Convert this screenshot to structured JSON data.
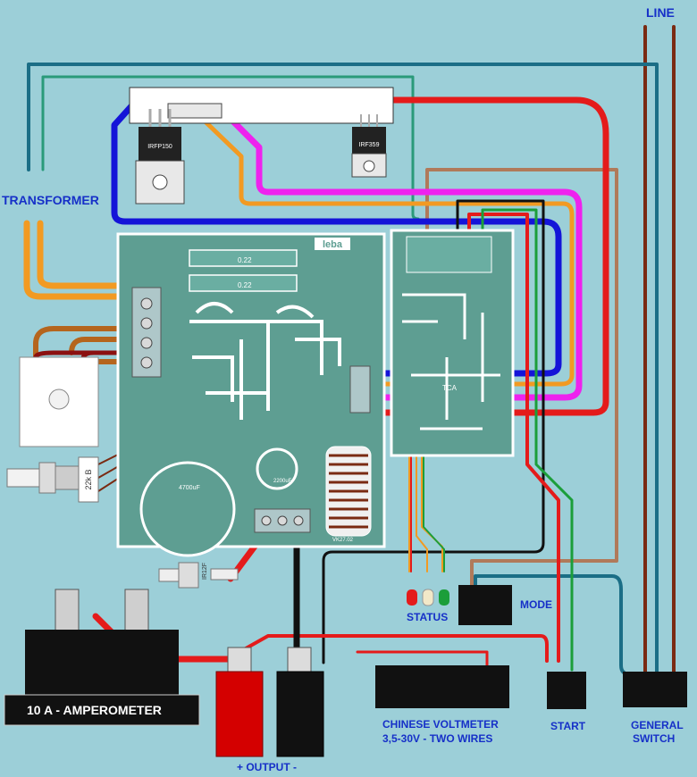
{
  "labels": {
    "line": "LINE",
    "transformer": "TRANSFORMER",
    "status": "STATUS",
    "mode": "MODE",
    "start": "START",
    "general_switch_1": "GENERAL",
    "general_switch_2": "SWITCH",
    "voltmeter_1": "CHINESE VOLTMETER",
    "voltmeter_2": "3,5-30V  -  TWO WIRES",
    "amperometer": "10 A - AMPEROMETER",
    "output": "+ OUTPUT -"
  },
  "components": {
    "mosfet_1": "IRFP150",
    "mosfet_2": "IRF359",
    "board_brand": "leba",
    "resistor_1": "0.22",
    "resistor_2": "0.22",
    "capacitor_1": "4700uF",
    "capacitor_2": "2200uF",
    "pot": "22k B",
    "diode": "IR12F",
    "board_code": "VK27.02",
    "ic": "TCA"
  },
  "colors": {
    "background": "#9ccfd8",
    "label": "#1630c8",
    "wire_red": "#e41b1b",
    "wire_blue": "#1414d8",
    "wire_orange": "#f29a22",
    "wire_magenta": "#ee22ee",
    "wire_brown": "#7a2a12",
    "wire_dark_red": "#8b1010",
    "wire_teal": "#1b6e86",
    "wire_black": "#111111",
    "wire_green": "#1b9e3a",
    "pcb": "#5e9e92"
  }
}
